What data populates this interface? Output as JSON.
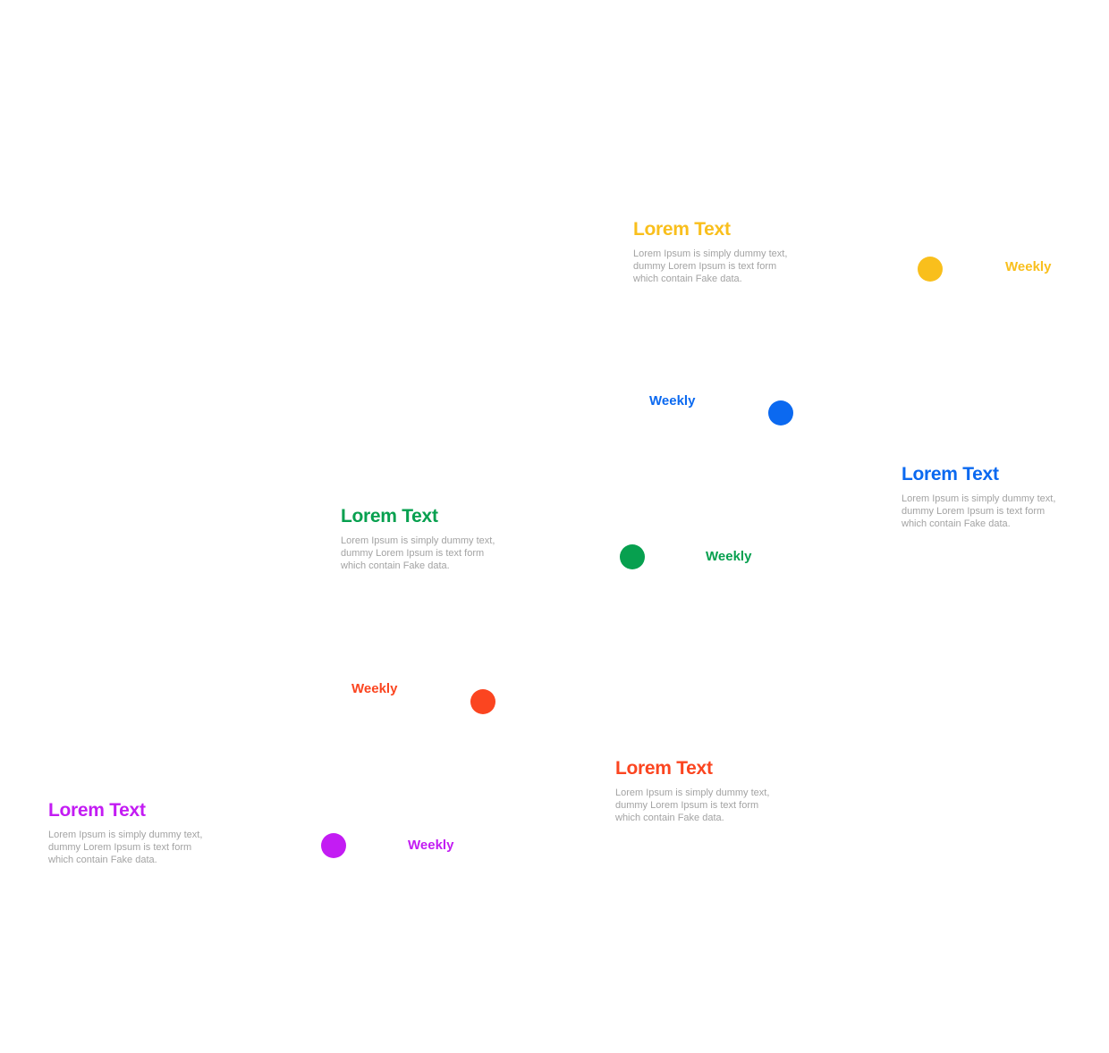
{
  "colors": {
    "yellow": "#f9bf1c",
    "blue": "#0b69f0",
    "green": "#07a04f",
    "red": "#fb4520",
    "purple": "#c31cf3",
    "description_gray": "#a3a3a3"
  },
  "items": [
    {
      "color": "yellow",
      "title": "Lorem Text",
      "description_lines": [
        "Lorem Ipsum is simply dummy text,",
        "dummy Lorem Ipsum is text form",
        "which contain Fake data."
      ],
      "label": "Weekly"
    },
    {
      "color": "blue",
      "title": "Lorem Text",
      "description_lines": [
        "Lorem Ipsum is simply dummy text,",
        "dummy Lorem Ipsum is text form",
        "which contain Fake data."
      ],
      "label": "Weekly"
    },
    {
      "color": "green",
      "title": "Lorem Text",
      "description_lines": [
        "Lorem Ipsum is simply dummy text,",
        "dummy Lorem Ipsum is text form",
        "which contain Fake data."
      ],
      "label": "Weekly"
    },
    {
      "color": "red",
      "title": "Lorem Text",
      "description_lines": [
        "Lorem Ipsum is simply dummy text,",
        "dummy Lorem Ipsum is text form",
        "which contain Fake data."
      ],
      "label": "Weekly"
    },
    {
      "color": "purple",
      "title": "Lorem Text",
      "description_lines": [
        "Lorem Ipsum is simply dummy text,",
        "dummy Lorem Ipsum is text form",
        "which contain Fake data."
      ],
      "label": "Weekly"
    }
  ]
}
